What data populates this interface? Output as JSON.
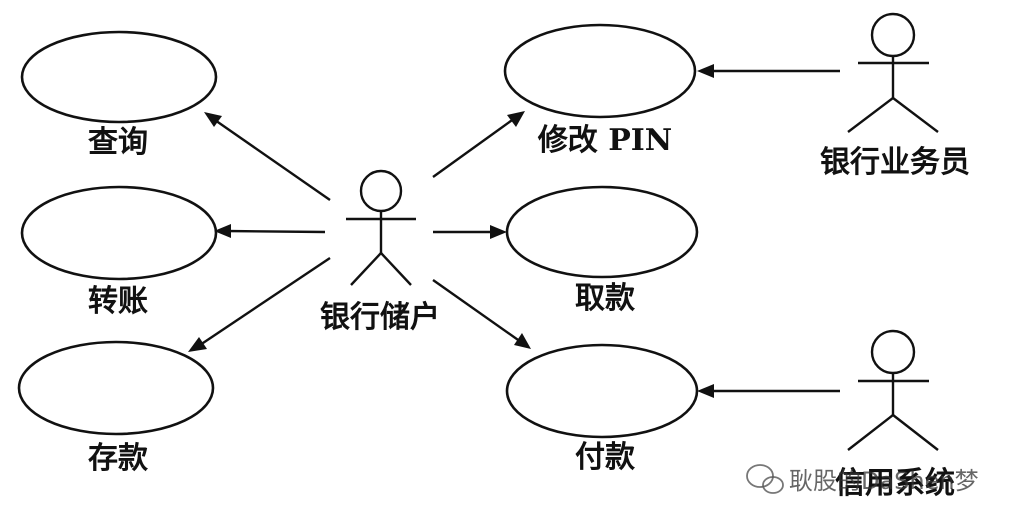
{
  "use_cases": [
    {
      "id": "query",
      "label": "查询"
    },
    {
      "id": "transfer",
      "label": "转账"
    },
    {
      "id": "deposit",
      "label": "存款"
    },
    {
      "id": "change_pin",
      "label": "修改 PIN"
    },
    {
      "id": "withdraw",
      "label": "取款"
    },
    {
      "id": "pay",
      "label": "付款"
    }
  ],
  "actors": [
    {
      "id": "depositor",
      "label": "银行储户"
    },
    {
      "id": "clerk",
      "label": "银行业务员"
    },
    {
      "id": "credit",
      "label": "信用系统"
    }
  ],
  "associations": [
    {
      "from": "depositor",
      "to": "query"
    },
    {
      "from": "depositor",
      "to": "transfer"
    },
    {
      "from": "depositor",
      "to": "deposit"
    },
    {
      "from": "depositor",
      "to": "change_pin"
    },
    {
      "from": "depositor",
      "to": "withdraw"
    },
    {
      "from": "depositor",
      "to": "pay"
    },
    {
      "from": "clerk",
      "to": "change_pin"
    },
    {
      "from": "credit",
      "to": "pay"
    }
  ],
  "watermark": {
    "text": "耿股的DaShen梦",
    "icon": "wechat-icon"
  }
}
